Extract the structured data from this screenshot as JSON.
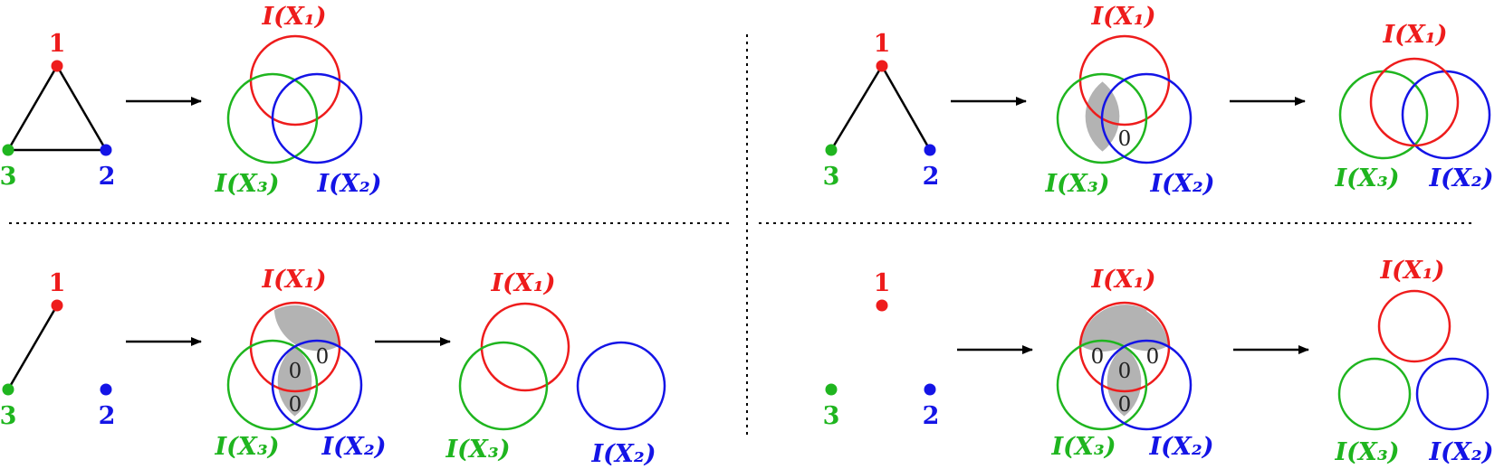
{
  "colors": {
    "red": "#ee1c1c",
    "green": "#1fb51f",
    "blue": "#1414e6",
    "shade": "#b3b3b3",
    "edge": "#000000"
  },
  "vertex_labels": {
    "v1": "1",
    "v2": "2",
    "v3": "3"
  },
  "set_labels": {
    "x1": "I(X₁)",
    "x2": "I(X₂)",
    "x3": "I(X₃)"
  },
  "zero": "0",
  "panels": [
    {
      "name": "triangle",
      "edges": [
        "1-2",
        "1-3",
        "2-3"
      ],
      "steps": [
        "venn-full"
      ]
    },
    {
      "name": "path",
      "edges": [
        "1-2",
        "1-3"
      ],
      "steps": [
        "venn-zero-23",
        "venn-split"
      ]
    },
    {
      "name": "single-edge",
      "edges": [
        "1-3"
      ],
      "steps": [
        "venn-zero-pairs",
        "venn-separate"
      ]
    },
    {
      "name": "empty",
      "edges": [],
      "steps": [
        "venn-zero-all",
        "venn-disjoint"
      ]
    }
  ]
}
